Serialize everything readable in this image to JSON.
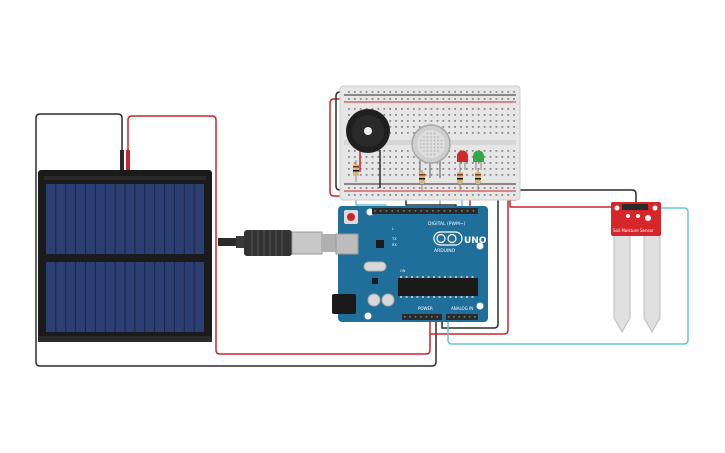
{
  "arduino": {
    "brand": "ARDUINO",
    "model": "UNO",
    "digital_label": "DIGITAL (PWM~)",
    "power_label": "POWER",
    "analog_label": "ANALOG IN",
    "tx_label": "TX",
    "rx_label": "RX",
    "l_label": "L",
    "on_label": "ON",
    "board_color": "#1f6f9a"
  },
  "soil_sensor": {
    "label": "Soil Moisture Sensor",
    "board_color": "#d7262a"
  },
  "components": {
    "solar_panel": "solar-panel",
    "usb_cable": "usb-cable",
    "breadboard": "breadboard",
    "buzzer": "piezo-buzzer",
    "gas_sensor": "gas-sensor",
    "led_red": "red-led",
    "led_green": "green-led"
  },
  "colors": {
    "wire_red": "#c9262c",
    "wire_black": "#2b2b2b",
    "wire_teal": "#6fc3d1",
    "solar_cell": "#2c3f73"
  }
}
